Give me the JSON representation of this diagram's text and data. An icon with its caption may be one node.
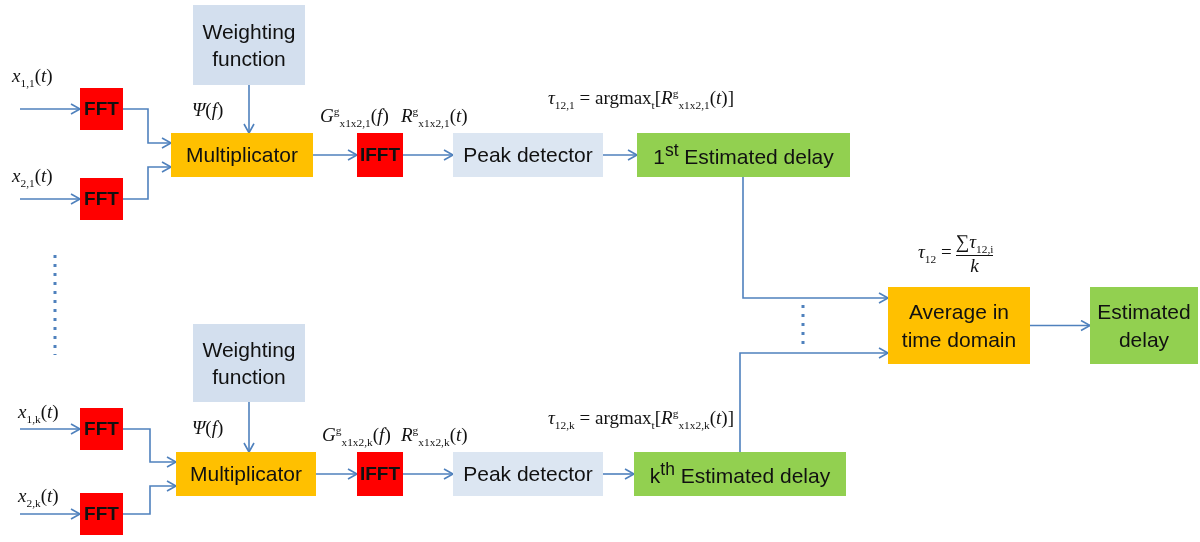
{
  "diagram": {
    "nodes": [
      {
        "text": [
          "Weighting function"
        ]
      },
      {
        "text": [
          "FFT"
        ]
      },
      {
        "text": [
          "FFT"
        ]
      },
      {
        "text": [
          "Multiplicator"
        ]
      },
      {
        "text": [
          "IFFT"
        ]
      },
      {
        "text": [
          "Peak detector"
        ]
      },
      {
        "text": [
          "1$^{st}$ Estimated delay"
        ],
        "beside": [
          "*τ*$_{12,1}$ = argmax$_{t}$[*R*$^{g}$$_{x1x2,1}$(*t*)]"
        ]
      },
      {
        "text": [
          "Weighting function"
        ]
      },
      {
        "text": [
          "FFT"
        ]
      },
      {
        "text": [
          "FFT"
        ]
      },
      {
        "text": [
          "Multiplicator"
        ]
      },
      {
        "text": [
          "IFFT"
        ]
      },
      {
        "text": [
          "Peak detector"
        ]
      },
      {
        "text": [
          "k$^{th}$ Estimated delay"
        ],
        "beside": [
          "*τ*$_{12,k}$ = argmax$_{t}$[*R*$^{g}$$_{x1x2,k}$(*t*)]"
        ]
      },
      {
        "text": [
          "Average in time domain"
        ],
        "beside": [
          "*τ*$_{12}$ =",
          "∑*τ*$_{12,i}$",
          "*k*"
        ]
      },
      {
        "text": [
          "Estimated delay"
        ]
      }
    ],
    "edges": [
      {
        "from": null,
        "to": 1,
        "arrow": "to",
        "label": "*x*$_{1,1}$(*t*)"
      },
      {
        "from": null,
        "to": 2,
        "arrow": "to",
        "label": "*x*$_{2,1}$(*t*)"
      },
      {
        "from": 1,
        "to": 3,
        "arrow": "to"
      },
      {
        "from": 2,
        "to": 3,
        "arrow": "to"
      },
      {
        "from": 0,
        "to": 3,
        "arrow": "to",
        "label": "*Ψ*(*f*)"
      },
      {
        "from": 3,
        "to": 4,
        "arrow": "to",
        "label": "*G*$^{g}$$_{x1x2,1}$(*f*)"
      },
      {
        "from": 4,
        "to": 5,
        "arrow": "to",
        "label": "*R*$^{g}$$_{x1x2,1}$(*t*)"
      },
      {
        "from": 5,
        "to": 6,
        "arrow": "to"
      },
      {
        "from": null,
        "to": 8,
        "arrow": "to",
        "label": "*x*$_{1,k}$(*t*)"
      },
      {
        "from": null,
        "to": 9,
        "arrow": "to",
        "label": "*x*$_{2,k}$(*t*)"
      },
      {
        "from": 8,
        "to": 10,
        "arrow": "to"
      },
      {
        "from": 9,
        "to": 10,
        "arrow": "to"
      },
      {
        "from": 7,
        "to": 10,
        "arrow": "to",
        "label": "*Ψ*(*f*)"
      },
      {
        "from": 10,
        "to": 11,
        "arrow": "to",
        "label": "*G*$^{g}$$_{x1x2,k}$(*f*)"
      },
      {
        "from": 11,
        "to": 12,
        "arrow": "to",
        "label": "*R*$^{g}$$_{x1x2,k}$(*t*)"
      },
      {
        "from": 12,
        "to": 13,
        "arrow": "to"
      },
      {
        "from": 6,
        "to": 14,
        "arrow": "to"
      },
      {
        "from": 13,
        "to": 14,
        "arrow": "to"
      },
      {
        "from": 14,
        "to": 15,
        "arrow": "to"
      }
    ]
  }
}
